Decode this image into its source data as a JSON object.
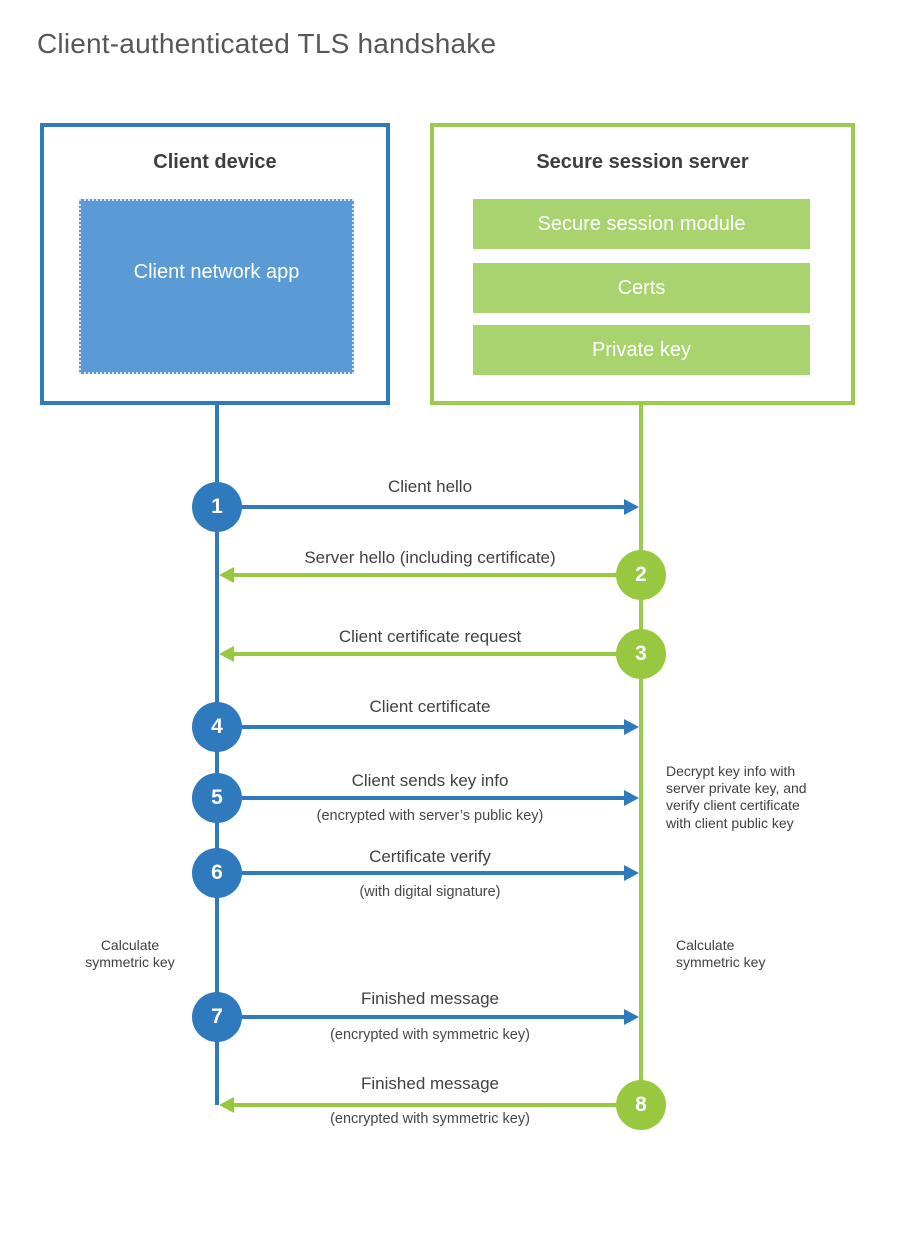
{
  "title": "Client-authenticated TLS handshake",
  "colors": {
    "client_blue": "#2f79bd",
    "client_fill_blue": "#5b9bd5",
    "server_green": "#97c83f",
    "server_fill_green": "#a9d36e",
    "text_dark": "#3d3e40"
  },
  "client": {
    "title": "Client device",
    "app_label": "Client network app"
  },
  "server": {
    "title": "Secure session server",
    "modules": [
      "Secure session module",
      "Certs",
      "Private key"
    ]
  },
  "steps": [
    {
      "num": "1",
      "label": "Client hello",
      "direction": "client-to-server"
    },
    {
      "num": "2",
      "label": "Server hello (including certificate)",
      "direction": "server-to-client"
    },
    {
      "num": "3",
      "label": "Client certificate request",
      "direction": "server-to-client"
    },
    {
      "num": "4",
      "label": "Client certificate",
      "direction": "client-to-server"
    },
    {
      "num": "5",
      "label": "Client sends key info",
      "sub": "(encrypted with server’s public key)",
      "direction": "client-to-server"
    },
    {
      "num": "6",
      "label": "Certificate verify",
      "sub": "(with digital signature)",
      "direction": "client-to-server"
    },
    {
      "num": "7",
      "label": "Finished message",
      "sub": "(encrypted with symmetric key)",
      "direction": "client-to-server"
    },
    {
      "num": "8",
      "label": "Finished message",
      "sub": "(encrypted with symmetric key)",
      "direction": "server-to-client"
    }
  ],
  "notes": {
    "decrypt": "Decrypt key info with server private key, and verify client certificate with client public key",
    "calc_left": "Calculate symmetric key",
    "calc_right": "Calculate symmetric key"
  }
}
